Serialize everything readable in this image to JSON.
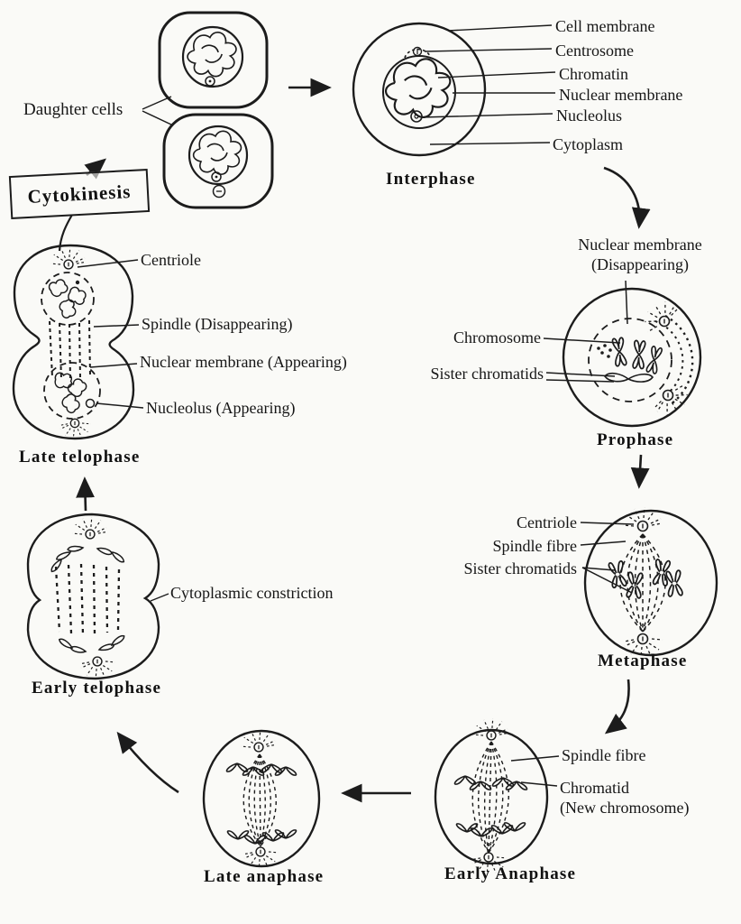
{
  "meta": {
    "ink_color": "#1c1c1c",
    "paper_color": "#fafaf7"
  },
  "flow": {
    "daughter_cells": "Daughter cells",
    "cytokinesis": "Cytokinesis"
  },
  "stages": {
    "interphase": {
      "title": "Interphase",
      "labels": {
        "cell_membrane": "Cell membrane",
        "centrosome": "Centrosome",
        "chromatin": "Chromatin",
        "nuclear_membrane": "Nuclear membrane",
        "nucleolus": "Nucleolus",
        "cytoplasm": "Cytoplasm"
      }
    },
    "prophase": {
      "title": "Prophase",
      "labels": {
        "nuclear_membrane_line1": "Nuclear membrane",
        "nuclear_membrane_line2": "(Disappearing)",
        "chromosome": "Chromosome",
        "sister_chromatids": "Sister chromatids"
      }
    },
    "metaphase": {
      "title": "Metaphase",
      "labels": {
        "centriole": "Centriole",
        "spindle_fibre": "Spindle fibre",
        "sister_chromatids": "Sister chromatids"
      }
    },
    "early_anaphase": {
      "title": "Early Anaphase",
      "labels": {
        "spindle_fibre": "Spindle fibre",
        "chromatid_line1": "Chromatid",
        "chromatid_line2": "(New chromosome)"
      }
    },
    "late_anaphase": {
      "title": "Late anaphase"
    },
    "early_telophase": {
      "title": "Early telophase",
      "labels": {
        "cytoplasmic_constriction": "Cytoplasmic constriction"
      }
    },
    "late_telophase": {
      "title": "Late telophase",
      "labels": {
        "centriole": "Centriole",
        "spindle": "Spindle (Disappearing)",
        "nuclear_membrane": "Nuclear membrane (Appearing)",
        "nucleolus": "Nucleolus (Appearing)"
      }
    }
  }
}
